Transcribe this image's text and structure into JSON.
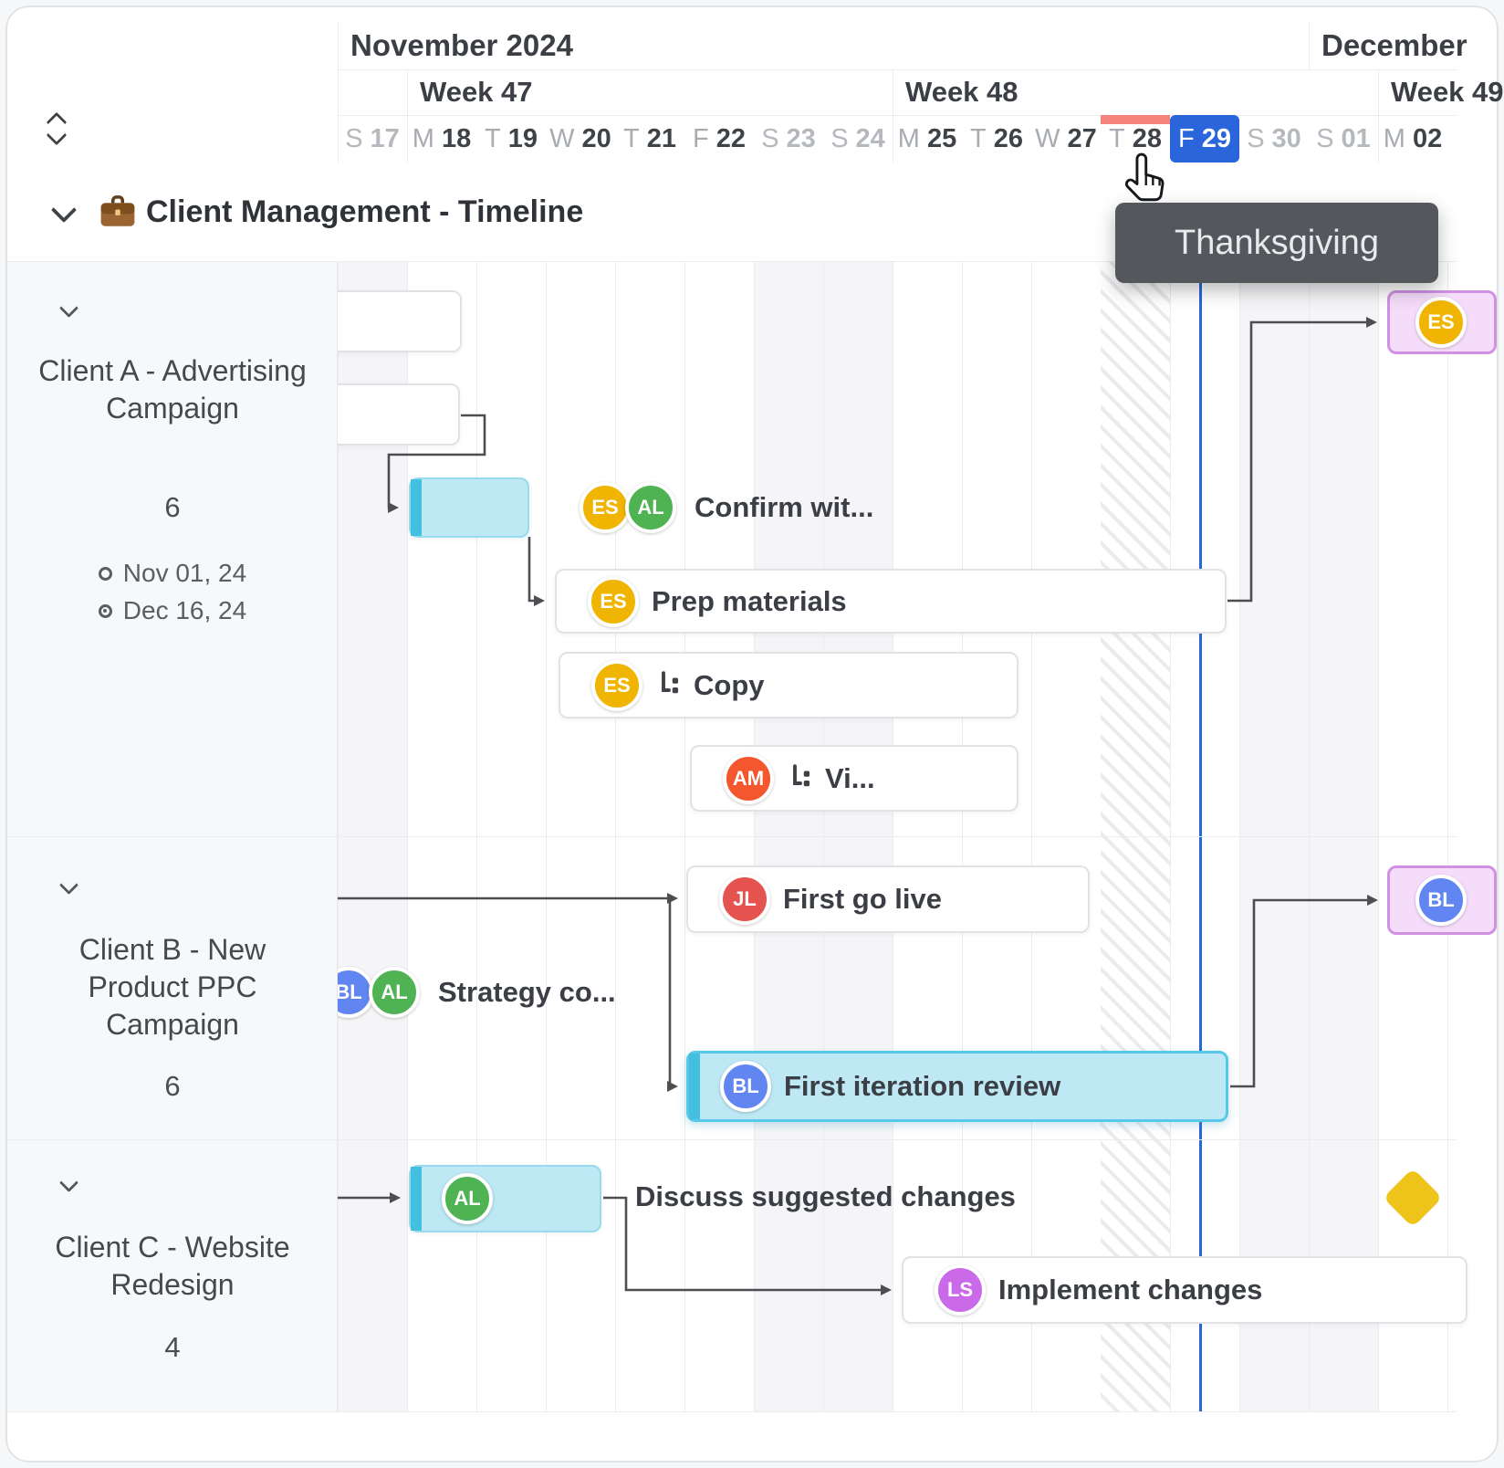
{
  "header": {
    "months": [
      {
        "label": "November 2024"
      },
      {
        "label": "December"
      }
    ],
    "weeks": [
      {
        "label": "Week 47"
      },
      {
        "label": "Week 48"
      },
      {
        "label": "Week 49"
      }
    ],
    "days": [
      {
        "letter": "S",
        "num": "17"
      },
      {
        "letter": "M",
        "num": "18"
      },
      {
        "letter": "T",
        "num": "19"
      },
      {
        "letter": "W",
        "num": "20"
      },
      {
        "letter": "T",
        "num": "21"
      },
      {
        "letter": "F",
        "num": "22"
      },
      {
        "letter": "S",
        "num": "23"
      },
      {
        "letter": "S",
        "num": "24"
      },
      {
        "letter": "M",
        "num": "25"
      },
      {
        "letter": "T",
        "num": "26"
      },
      {
        "letter": "W",
        "num": "27"
      },
      {
        "letter": "T",
        "num": "28"
      },
      {
        "letter": "F",
        "num": "29"
      },
      {
        "letter": "S",
        "num": "30"
      },
      {
        "letter": "S",
        "num": "01"
      },
      {
        "letter": "M",
        "num": "02"
      }
    ]
  },
  "project": {
    "title": "Client Management - Timeline"
  },
  "tooltip": {
    "text": "Thanksgiving"
  },
  "sections": [
    {
      "title": "Client A - Advertising Campaign",
      "count": "6",
      "start_date": "Nov 01, 24",
      "end_date": "Dec 16, 24"
    },
    {
      "title": "Client B - New Product PPC Campaign",
      "count": "6"
    },
    {
      "title": "Client C - Website Redesign",
      "count": "4"
    }
  ],
  "tasks": {
    "confirm": {
      "label": "Confirm wit..."
    },
    "prep": {
      "label": "Prep materials"
    },
    "copy": {
      "label": "Copy"
    },
    "video": {
      "label": "Vi..."
    },
    "go_live": {
      "label": "First go live"
    },
    "strategy": {
      "label": "Strategy co..."
    },
    "iteration": {
      "label": "First iteration review"
    },
    "discuss": {
      "label": "Discuss suggested changes"
    },
    "implement": {
      "label": "Implement changes"
    }
  },
  "avatars": {
    "ES": {
      "initials": "ES",
      "color": "#f0b402"
    },
    "AL": {
      "initials": "AL",
      "color": "#4fb354"
    },
    "AM": {
      "initials": "AM",
      "color": "#f4572e"
    },
    "JL": {
      "initials": "JL",
      "color": "#e4534e"
    },
    "BL": {
      "initials": "BL",
      "color": "#6186f2"
    },
    "LS": {
      "initials": "LS",
      "color": "#cb6ae8"
    }
  },
  "colors": {
    "today": "#2a65dc",
    "holiday_marker": "#f5847c",
    "bar_cyan": "#bde8f4",
    "bar_cyan_strip": "#43bfdf",
    "bar_cyan_border": "#97dbec",
    "highlight_border": "#57c8e7",
    "milestone": "#eec31a",
    "purple_fill": "#f5dcfa",
    "purple_border": "#d191e3",
    "connector": "#4c4e52",
    "tooltip_bg": "#54575b",
    "grid_line": "#ececee",
    "weekend_fill": "#f5f5f7",
    "panel_bg": "#f7f8f9",
    "header_text": "#3b3f45",
    "muted_text": "#a8acb1"
  }
}
